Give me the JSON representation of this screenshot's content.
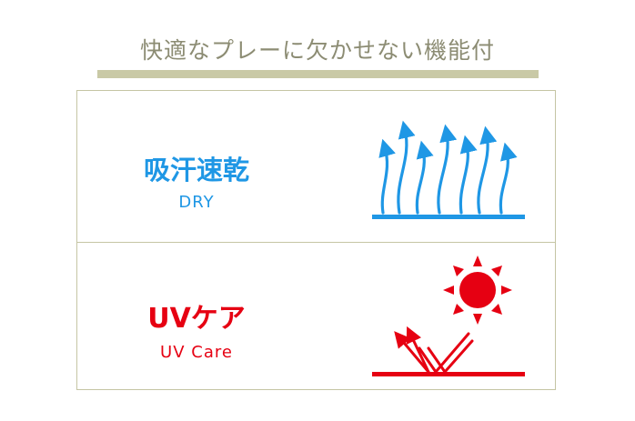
{
  "heading": "快適なプレーに欠かせない機能付",
  "features": [
    {
      "title": "吸汗速乾",
      "subtitle": "DRY",
      "icon": "sweat-wicking-arrows-icon",
      "color": "#1f97e5"
    },
    {
      "title": "UVケア",
      "subtitle": "UV Care",
      "icon": "sun-reflection-icon",
      "color": "#e60012"
    }
  ]
}
